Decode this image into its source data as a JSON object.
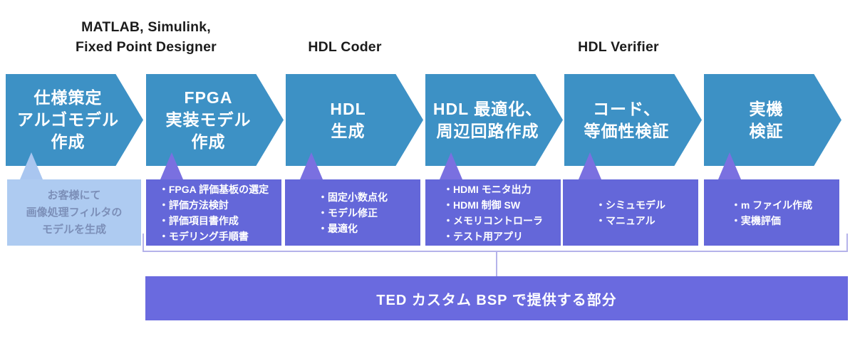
{
  "diagram": {
    "tool_labels": {
      "matlab_line1": "MATLAB, Simulink,",
      "matlab_line2": "Fixed Point Designer",
      "hdl_coder": "HDL Coder",
      "hdl_verifier": "HDL Verifier"
    },
    "bullet_char": "・",
    "steps": [
      {
        "id": "spec-algo-model",
        "title_lines": [
          "仕様策定",
          "アルゴモデル",
          "作成"
        ],
        "note_lines": [
          "お客様にて",
          "画像処理フィルタの",
          "モデルを生成"
        ]
      },
      {
        "id": "fpga-impl-model",
        "title_lines": [
          "FPGA",
          "実装モデル",
          "作成"
        ],
        "bullets": [
          "FPGA 評価基板の選定",
          "評価方法検討",
          "評価項目書作成",
          "モデリング手順書"
        ]
      },
      {
        "id": "hdl-generation",
        "title_lines": [
          "HDL",
          "生成"
        ],
        "bullets": [
          "固定小数点化",
          "モデル修正",
          "最適化"
        ]
      },
      {
        "id": "hdl-optimization",
        "title_lines": [
          "HDL 最適化、",
          "周辺回路作成"
        ],
        "bullets": [
          "HDMI モニタ出力",
          "HDMI 制御 SW",
          "メモリコントローラ",
          "テスト用アプリ"
        ]
      },
      {
        "id": "code-equivalence-verification",
        "title_lines": [
          "コード、",
          "等価性検証"
        ],
        "bullets": [
          "シミュモデル",
          "マニュアル"
        ]
      },
      {
        "id": "hardware-verification",
        "title_lines": [
          "実機",
          "検証"
        ],
        "bullets": [
          "m ファイル作成",
          "実機評価"
        ]
      }
    ],
    "banner": {
      "label": "TED カスタム BSP で提供する部分"
    },
    "colors": {
      "arrow_blue": "#3D91C5",
      "note_purple": "#6467D9",
      "pointer_purple": "#7A70E0",
      "customer_note_blue": "#AECBF1",
      "customer_note_text": "#7C8FB8",
      "bracket_line": "#B5B3EA",
      "banner_purple": "#6A6ADF",
      "label_text": "#1C1C1C"
    }
  }
}
